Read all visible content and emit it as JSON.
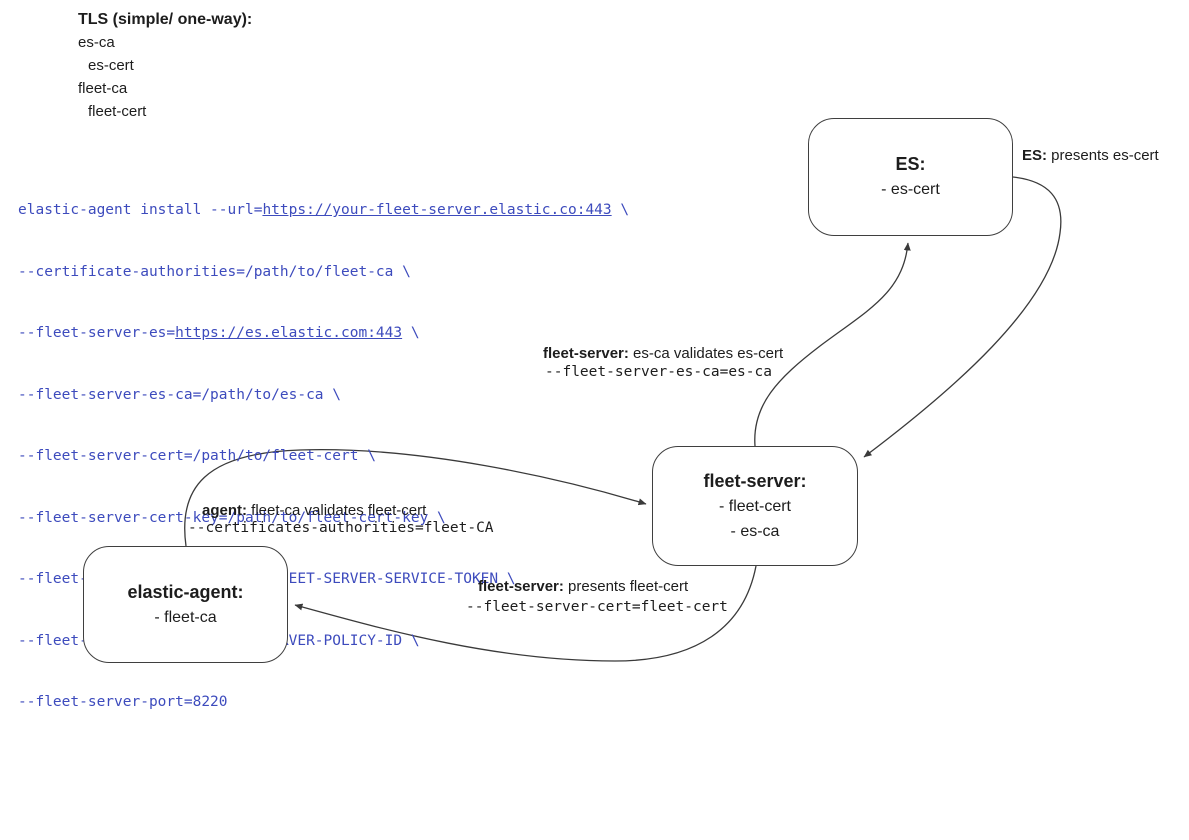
{
  "tls_list": {
    "title": "TLS (simple/ one-way):",
    "items": [
      "es-ca",
      "es-cert",
      "fleet-ca",
      "fleet-cert"
    ]
  },
  "command": {
    "line1": {
      "prefix": "elastic-agent install --url=",
      "url": "https://your-fleet-server.elastic.co:443",
      "suffix": " \\"
    },
    "line2": "--certificate-authorities=/path/to/fleet-ca \\",
    "line3": {
      "prefix": "--fleet-server-es=",
      "url": "https://es.elastic.com:443",
      "suffix": " \\"
    },
    "line4": "--fleet-server-es-ca=/path/to/es-ca \\",
    "line5": "--fleet-server-cert=/path/to/fleet-cert \\",
    "line6": "--fleet-server-cert-key=/path/to/fleet-cert-key \\",
    "line7": "--fleet-server-service-token=FLEET-SERVER-SERVICE-TOKEN \\",
    "line8": "--fleet-server-policy=FLEET-SERVER-POLICY-ID \\",
    "line9": "--fleet-server-port=8220"
  },
  "nodes": {
    "es": {
      "title": "ES:",
      "items": [
        "- es-cert"
      ]
    },
    "fleet_server": {
      "title": "fleet-server:",
      "items": [
        "- fleet-cert",
        "- es-ca"
      ]
    },
    "elastic_agent": {
      "title": "elastic-agent:",
      "items": [
        "- fleet-ca"
      ]
    }
  },
  "labels": {
    "es_presents": {
      "bold": "ES:",
      "text": " presents es-cert"
    },
    "fleet_validates": {
      "bold": "fleet-server:",
      "text": " es-ca validates es-cert",
      "code": "--fleet-server-es-ca=es-ca"
    },
    "agent_validates": {
      "bold": "agent:",
      "text": " fleet-ca validates fleet-cert",
      "code": "--certificates-authorities=fleet-CA"
    },
    "fleet_presents": {
      "bold": "fleet-server:",
      "text": " presents fleet-cert",
      "code": "--fleet-server-cert=fleet-cert"
    }
  },
  "colors": {
    "command_text": "#3d4bbd",
    "node_border": "#3f3f3f",
    "wire_stroke": "#3a3a3a",
    "text": "#1d1d1d",
    "background": "#ffffff"
  }
}
